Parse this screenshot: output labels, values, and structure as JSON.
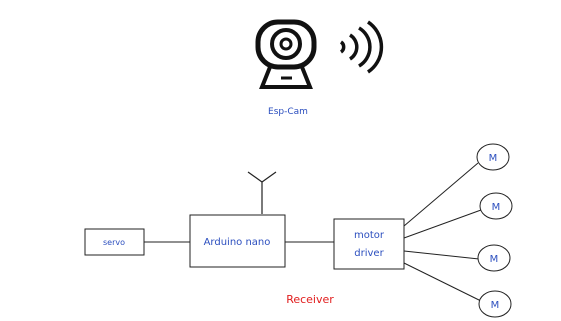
{
  "top_device": {
    "label": "Esp-Cam",
    "icon": "wireless-camera-icon"
  },
  "blocks": {
    "servo": "servo",
    "arduino": "Arduino nano",
    "motor_line1": "motor",
    "motor_line2": "driver"
  },
  "motors": [
    "M",
    "M",
    "M",
    "M"
  ],
  "caption": "Receiver",
  "colors": {
    "label_blue": "#2c4fbf",
    "caption_red": "#e11c1c",
    "line": "#222222"
  }
}
